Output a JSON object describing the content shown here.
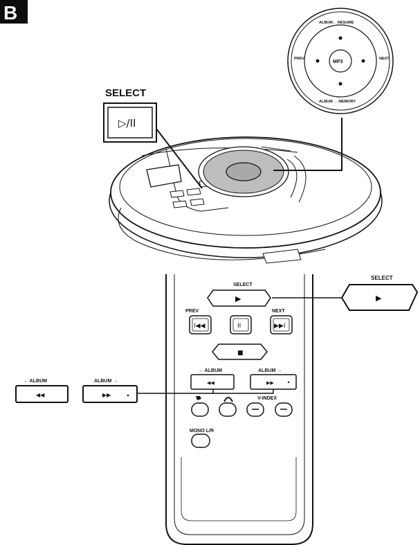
{
  "figure": {
    "badge": "B"
  },
  "main_unit": {
    "select_label": "SELECT",
    "select_button_glyph": "▷/II",
    "dial": {
      "top_label": "ALBUM← RESUME",
      "bottom_label": "ALBUM → MEMORY",
      "left_label": "PREV",
      "right_label": "NEXT",
      "center_label": "MP3"
    }
  },
  "remote": {
    "select_label": "SELECT",
    "play_glyph": "▶",
    "prev_label": "PREV",
    "next_label": "NEXT",
    "prev_glyph": "I◀◀",
    "pause_glyph": "II",
    "next_glyph": "▶▶I",
    "stop_glyph": "■",
    "album_down_label": "← ALBUM",
    "album_up_label": "ALBUM →",
    "album_down_glyph": "◀◀",
    "album_up_glyph": "▶▶",
    "vindex_label": "V-INDEX",
    "mono_label": "MONO L/R",
    "callout_select_label": "SELECT",
    "callout_play_glyph": "▶",
    "callout_album_down_label": "← ALBUM",
    "callout_album_up_label": "ALBUM →",
    "callout_album_down_glyph": "◀◀",
    "callout_album_up_glyph": "▶▶"
  }
}
